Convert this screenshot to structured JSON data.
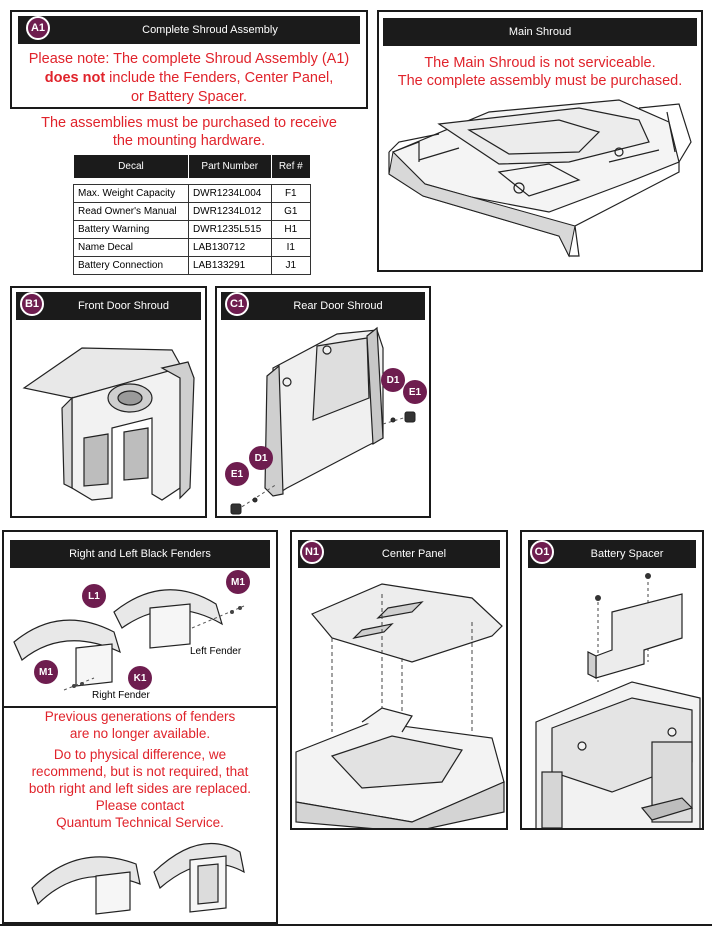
{
  "a1": {
    "tag": "A1",
    "title": "Complete Shroud Assembly",
    "note_line1": "Please note: The complete Shroud Assembly (A1)",
    "note_bold": "does not",
    "note_line2_rest": " include the Fenders, Center Panel,",
    "note_line3": "or Battery Spacer.",
    "purchase_line1": "The assemblies must be purchased to receive",
    "purchase_line2": "the mounting hardware."
  },
  "decal_table": {
    "headers": [
      "Decal",
      "Part Number",
      "Ref #"
    ],
    "rows": [
      [
        "Max. Weight Capacity",
        "DWR1234L004",
        "F1"
      ],
      [
        "Read Owner's Manual",
        "DWR1234L012",
        "G1"
      ],
      [
        "Battery Warning",
        "DWR1235L515",
        "H1"
      ],
      [
        "Name Decal",
        "LAB130712",
        "I1"
      ],
      [
        "Battery Connection",
        "LAB133291",
        "J1"
      ]
    ]
  },
  "main_shroud": {
    "title": "Main Shroud",
    "line1": "The Main Shroud is not serviceable.",
    "line2": "The complete assembly must be purchased."
  },
  "b1": {
    "tag": "B1",
    "title": "Front Door Shroud"
  },
  "c1": {
    "tag": "C1",
    "title": "Rear Door Shroud",
    "callouts": [
      "D1",
      "E1",
      "E1",
      "D1"
    ]
  },
  "fenders": {
    "title": "Right and Left Black Fenders",
    "callouts": [
      "L1",
      "M1",
      "M1",
      "K1"
    ],
    "left_label": "Left Fender",
    "right_label": "Right Fender",
    "note": [
      "Previous generations of fenders",
      "are no longer available.",
      "Do to physical difference, we",
      "recommend, but is not required, that",
      "both right and left sides are replaced.",
      "Please contact",
      "Quantum Technical Service."
    ]
  },
  "n1": {
    "tag": "N1",
    "title": "Center Panel"
  },
  "o1": {
    "tag": "O1",
    "title": "Battery Spacer"
  },
  "colors": {
    "accent": "#6e1d4f",
    "header": "#1b1b1b",
    "warning": "#e0232b"
  }
}
